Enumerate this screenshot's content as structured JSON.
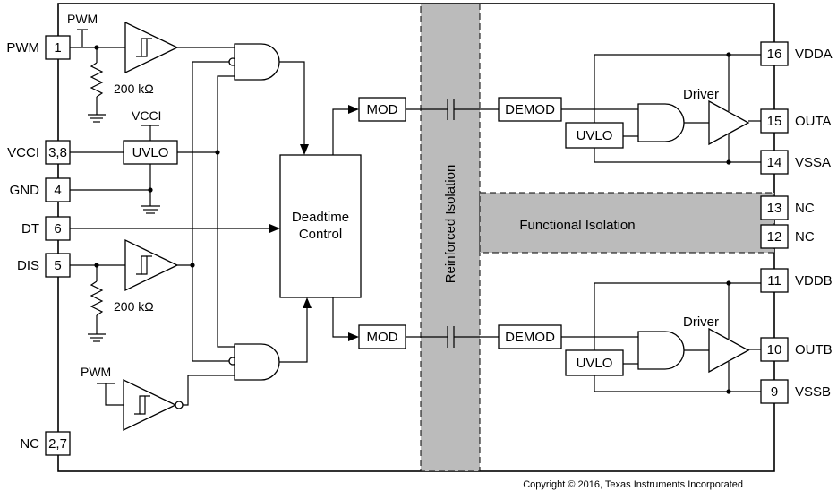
{
  "pins_left": [
    {
      "num": "1",
      "name": "PWM"
    },
    {
      "num": "3,8",
      "name": "VCCI"
    },
    {
      "num": "4",
      "name": "GND"
    },
    {
      "num": "6",
      "name": "DT"
    },
    {
      "num": "5",
      "name": "DIS"
    },
    {
      "num": "2,7",
      "name": "NC"
    }
  ],
  "pins_right": [
    {
      "num": "16",
      "name": "VDDA"
    },
    {
      "num": "15",
      "name": "OUTA"
    },
    {
      "num": "14",
      "name": "VSSA"
    },
    {
      "num": "13",
      "name": "NC"
    },
    {
      "num": "12",
      "name": "NC"
    },
    {
      "num": "11",
      "name": "VDDB"
    },
    {
      "num": "10",
      "name": "OUTB"
    },
    {
      "num": "9",
      "name": "VSSB"
    }
  ],
  "labels": {
    "pwm_supply_top": "PWM",
    "pwm_supply_bottom": "PWM",
    "vcci_supply": "VCCI",
    "resistor_top": "200 kΩ",
    "resistor_bottom": "200 kΩ",
    "uvlo_input": "UVLO",
    "deadtime_line1": "Deadtime",
    "deadtime_line2": "Control",
    "mod_top": "MOD",
    "mod_bottom": "MOD",
    "reinforced_isolation": "Reinforced Isolation",
    "demod_top": "DEMOD",
    "demod_bottom": "DEMOD",
    "uvlo_a": "UVLO",
    "uvlo_b": "UVLO",
    "driver_a": "Driver",
    "driver_b": "Driver",
    "functional_isolation": "Functional Isolation",
    "copyright": "Copyright © 2016, Texas Instruments Incorporated"
  },
  "colors": {
    "isolation_fill": "#bbbbbb",
    "line": "#000000"
  }
}
